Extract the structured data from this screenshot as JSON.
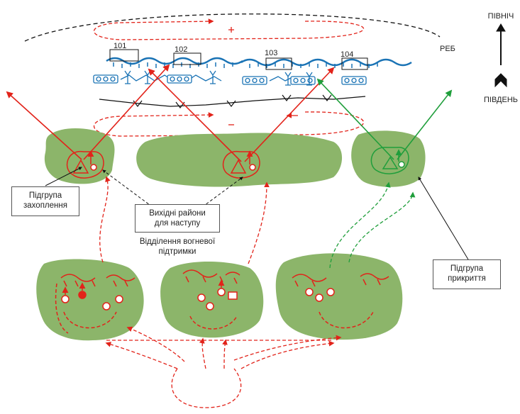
{
  "compass": {
    "north": "ПІВНІЧ",
    "south": "ПІВДЕНЬ"
  },
  "reb_label": "РЕБ",
  "positions": [
    "101",
    "102",
    "103",
    "104"
  ],
  "labels": {
    "capture_group": "Підгрупа\nзахоплення",
    "start_areas": "Вихідні райони\nдля наступу",
    "fire_support": "Відділення вогневої\nпідтримки",
    "cover_group": "Підгрупа\nприкриття"
  },
  "colors": {
    "friendly": "#e2231a",
    "cover": "#1f9e3b",
    "enemy": "#1a73b5",
    "vegetation": "#8cb56a",
    "line": "#111111"
  }
}
